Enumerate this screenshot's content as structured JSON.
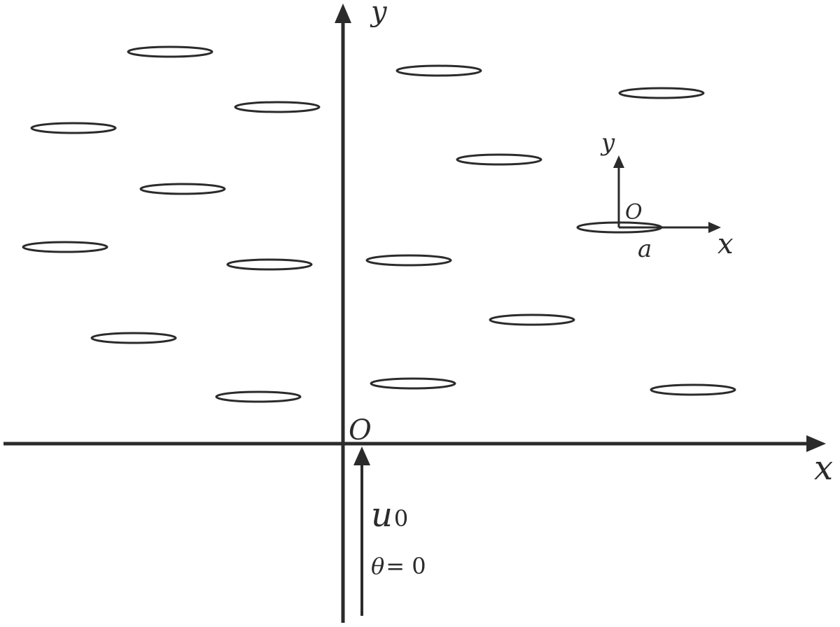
{
  "labels": {
    "main_y": "y",
    "main_x": "x",
    "main_origin": "O",
    "inset_y": "y",
    "inset_x": "x",
    "inset_origin": "O",
    "crack_half_length": "a",
    "incident_wave": "u",
    "incident_wave_subscript": "0",
    "incidence_angle_symbol": "θ",
    "incidence_angle_value": "= 0"
  },
  "colors": {
    "stroke": "#2b2b2b",
    "background": "#ffffff"
  }
}
